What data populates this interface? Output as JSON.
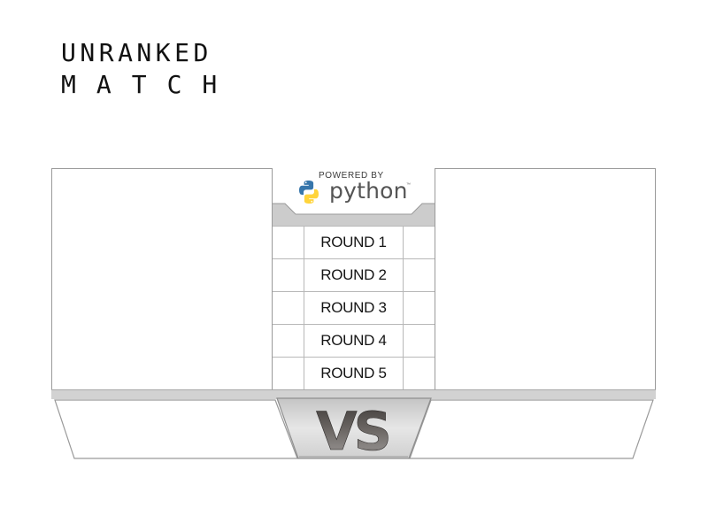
{
  "title": {
    "line1": "UNRANKED",
    "line2": "MATCH"
  },
  "sponsor": {
    "powered_by": "POWERED BY",
    "brand": "python",
    "trademark": "™",
    "icon": "python-logo-icon",
    "colors": {
      "blue": "#3776AB",
      "yellow": "#FFD43B"
    }
  },
  "rounds": [
    {
      "label": "ROUND 1"
    },
    {
      "label": "ROUND 2"
    },
    {
      "label": "ROUND 3"
    },
    {
      "label": "ROUND 4"
    },
    {
      "label": "ROUND 5"
    }
  ],
  "versus": {
    "label": "VS"
  },
  "colors": {
    "panel_border": "#9a9a9a",
    "bar_grey": "#cfcfcf",
    "vs_dark": "#4a4644",
    "vs_light": "#d9d9d9"
  }
}
